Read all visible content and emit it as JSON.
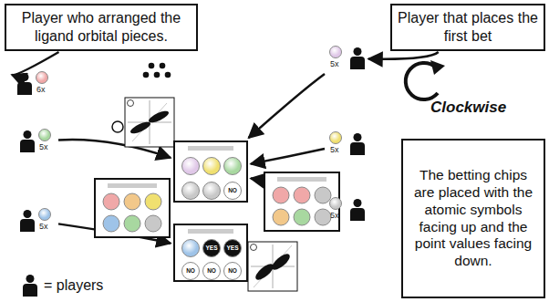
{
  "diagram": {
    "nodes": [
      {
        "text": [
          "Player who arranged the ligand orbital pieces."
        ]
      },
      {
        "text": [
          "Player that places the first bet"
        ]
      },
      {
        "text": [
          "The betting chips are placed with the atomic symbols facing up and the point values facing down."
        ]
      },
      {
        "text": [
          "6x"
        ]
      },
      {
        "text": [
          "5x"
        ]
      },
      {
        "text": [
          "5x"
        ]
      },
      {
        "text": [
          "5x"
        ]
      },
      {
        "text": [
          "5x"
        ]
      },
      {
        "text": [
          "5x"
        ]
      },
      {
        "text": [
          "NO"
        ]
      },
      {
        "text": [
          "YES",
          "YES",
          "NO",
          "NO",
          "NO"
        ]
      }
    ],
    "edges": [
      {
        "from": 0,
        "to": 3,
        "arrow": "to"
      },
      {
        "from": 1,
        "to": 4,
        "arrow": "to"
      },
      {
        "from": 4,
        "to": 9,
        "arrow": "to"
      },
      {
        "from": 5,
        "to": 9,
        "arrow": "to"
      },
      {
        "from": 6,
        "to": 9,
        "arrow": "to"
      },
      {
        "from": 7,
        "to": 10,
        "arrow": "to"
      },
      {
        "from": 8,
        "to": 9,
        "arrow": "to"
      }
    ],
    "labels": [
      "Clockwise"
    ],
    "legend": [
      {
        "text": "= players"
      }
    ]
  }
}
